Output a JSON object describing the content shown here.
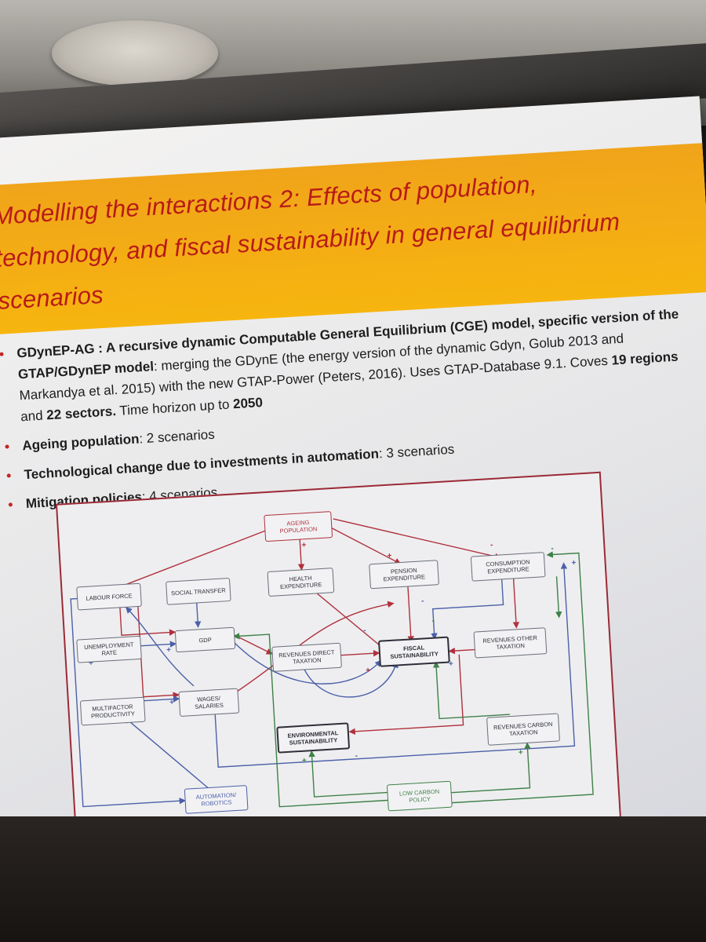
{
  "slide": {
    "title_lines": [
      "Modelling the interactions 2: Effects of population,",
      "technology, and fiscal sustainability in general equilibrium",
      "scenarios"
    ],
    "bullets": [
      {
        "parts": [
          {
            "text": "GDynEP-AG : A recursive dynamic Computable General Equilibrium (CGE) model, specific version of the GTAP/GDynEP model",
            "bold": true
          },
          {
            "text": ": merging the GDynE (the energy version of the dynamic Gdyn, Golub 2013 and Markandya et al. 2015) with the new GTAP-Power (Peters, 2016). Uses GTAP-Database 9.1. Coves ",
            "bold": false
          },
          {
            "text": "19 regions",
            "bold": true
          },
          {
            "text": " and ",
            "bold": false
          },
          {
            "text": "22 sectors.",
            "bold": true
          },
          {
            "text": " Time horizon up to ",
            "bold": false
          },
          {
            "text": "2050",
            "bold": true
          }
        ]
      },
      {
        "parts": [
          {
            "text": "Ageing population",
            "bold": true
          },
          {
            "text": ": 2 scenarios",
            "bold": false
          }
        ]
      },
      {
        "parts": [
          {
            "text": "Technological change due to investments in automation",
            "bold": true
          },
          {
            "text": ": 3 scenarios",
            "bold": false
          }
        ]
      },
      {
        "parts": [
          {
            "text": "Mitigation policies",
            "bold": true
          },
          {
            "text": ": 4 scenarios",
            "bold": false
          }
        ]
      }
    ]
  },
  "diagram": {
    "nodes": [
      {
        "id": "ageing",
        "label": "AGEING POPULATION"
      },
      {
        "id": "labour",
        "label": "LABOUR FORCE"
      },
      {
        "id": "social",
        "label": "SOCIAL TRANSFER"
      },
      {
        "id": "health",
        "label": "HEALTH EXPENDITURE"
      },
      {
        "id": "pension",
        "label": "PENSION EXPENDITURE"
      },
      {
        "id": "consumption",
        "label": "CONSUMPTION EXPENDITURE"
      },
      {
        "id": "unemployment",
        "label": "UNEMPLOYMENT RATE"
      },
      {
        "id": "gdp",
        "label": "GDP"
      },
      {
        "id": "rev_direct",
        "label": "REVENUES DIRECT TAXATION"
      },
      {
        "id": "fiscal",
        "label": "FISCAL SUSTAINABILITY"
      },
      {
        "id": "rev_other",
        "label": "REVENUES OTHER TAXATION"
      },
      {
        "id": "multifactor",
        "label": "MULTIFACTOR PRODUCTIVITY"
      },
      {
        "id": "wages",
        "label": "WAGES/ SALARIES"
      },
      {
        "id": "environmental",
        "label": "ENVIRONMENTAL SUSTAINABILITY"
      },
      {
        "id": "rev_carbon",
        "label": "REVENUES CARBON TAXATION"
      },
      {
        "id": "automation",
        "label": "AUTOMATION/ ROBOTICS"
      },
      {
        "id": "low_carbon",
        "label": "LOW CARBON POLICY"
      }
    ],
    "signs": {
      "plus": "+",
      "minus": "-"
    },
    "colors": {
      "red": "#b0303c",
      "blue": "#4b5fa8",
      "green": "#3e8048",
      "frame": "#9b2a36"
    }
  }
}
